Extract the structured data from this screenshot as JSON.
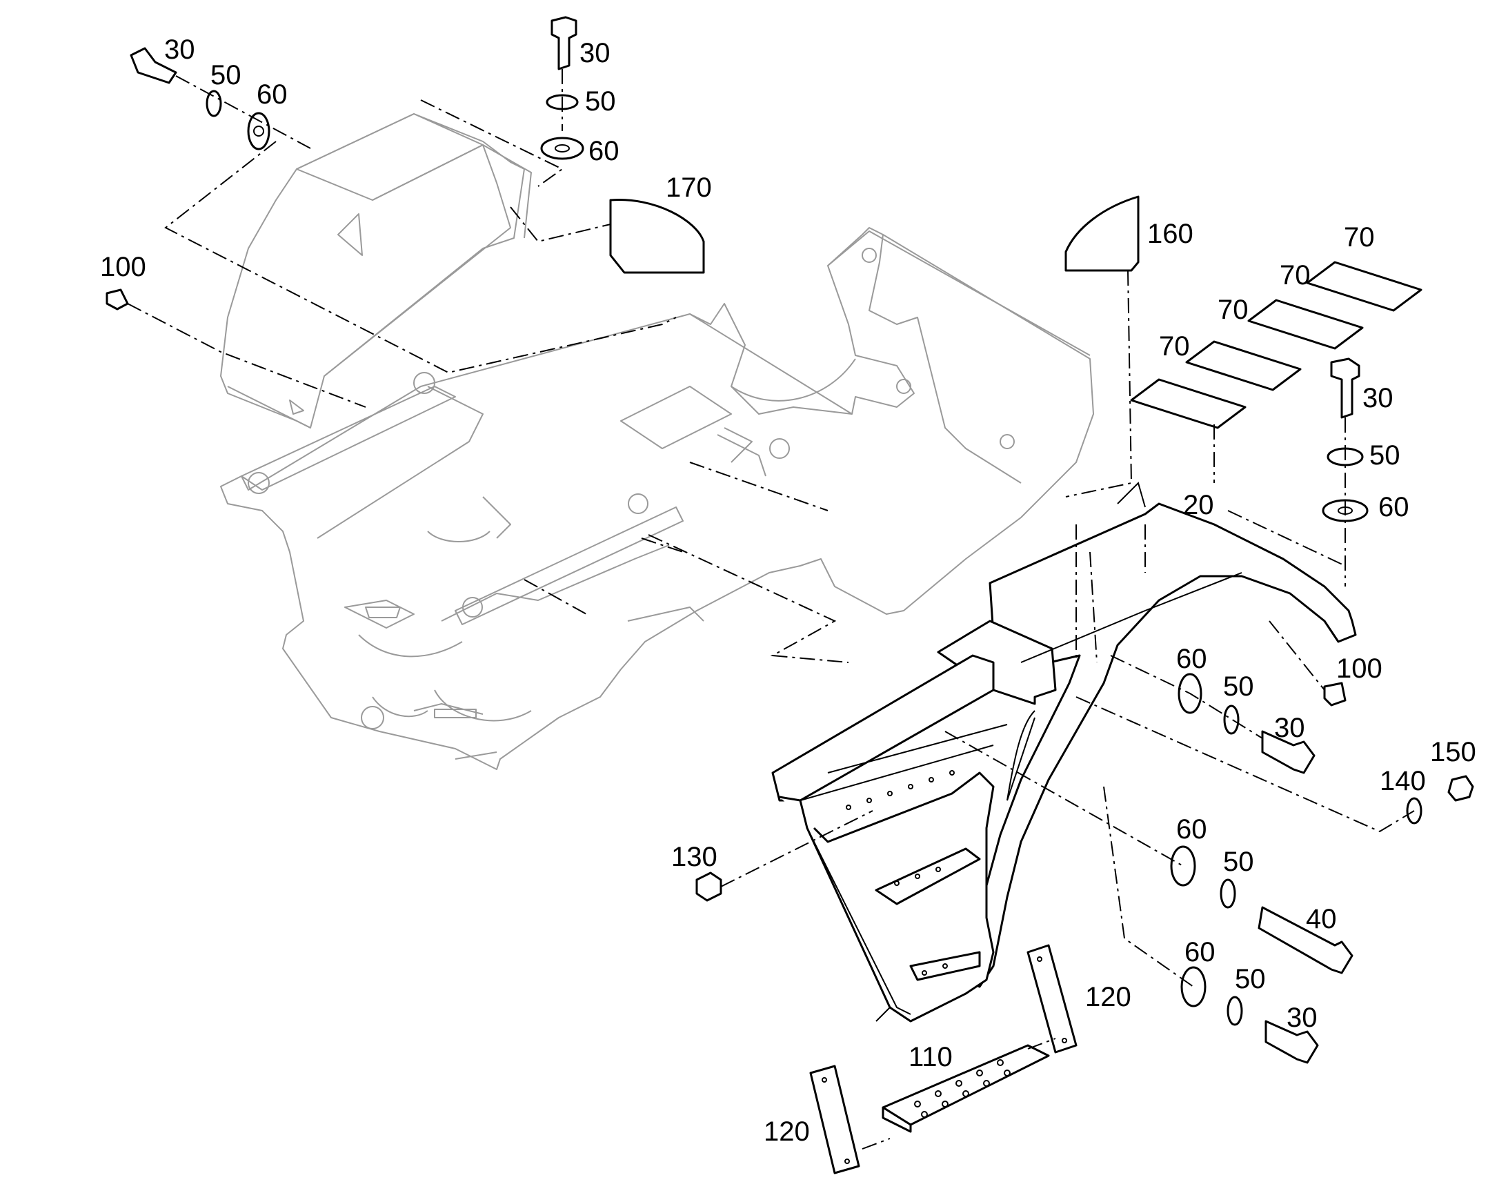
{
  "labels": [
    {
      "id": "c30_tl",
      "text": "30"
    },
    {
      "id": "c50_tl",
      "text": "50"
    },
    {
      "id": "c60_tl",
      "text": "60"
    },
    {
      "id": "c30_tc",
      "text": "30"
    },
    {
      "id": "c50_tc",
      "text": "50"
    },
    {
      "id": "c60_tc",
      "text": "60"
    },
    {
      "id": "c170",
      "text": "170"
    },
    {
      "id": "c100_l",
      "text": "100"
    },
    {
      "id": "c160",
      "text": "160"
    },
    {
      "id": "c70_a",
      "text": "70"
    },
    {
      "id": "c70_b",
      "text": "70"
    },
    {
      "id": "c70_c",
      "text": "70"
    },
    {
      "id": "c70_d",
      "text": "70"
    },
    {
      "id": "c30_r",
      "text": "30"
    },
    {
      "id": "c50_r",
      "text": "50"
    },
    {
      "id": "c60_r",
      "text": "60"
    },
    {
      "id": "c20",
      "text": "20"
    },
    {
      "id": "c100_r",
      "text": "100"
    },
    {
      "id": "c60_m1",
      "text": "60"
    },
    {
      "id": "c50_m1",
      "text": "50"
    },
    {
      "id": "c30_m1",
      "text": "30"
    },
    {
      "id": "c140",
      "text": "140"
    },
    {
      "id": "c150",
      "text": "150"
    },
    {
      "id": "c130",
      "text": "130"
    },
    {
      "id": "c60_m2",
      "text": "60"
    },
    {
      "id": "c50_m2",
      "text": "50"
    },
    {
      "id": "c40",
      "text": "40"
    },
    {
      "id": "c60_m3",
      "text": "60"
    },
    {
      "id": "c50_m3",
      "text": "50"
    },
    {
      "id": "c30_m3",
      "text": "30"
    },
    {
      "id": "c120_r",
      "text": "120"
    },
    {
      "id": "c110",
      "text": "110"
    },
    {
      "id": "c120_l",
      "text": "120"
    }
  ],
  "colors": {
    "line": "#000000",
    "frame": "#9a9a9a",
    "background": "#ffffff"
  }
}
